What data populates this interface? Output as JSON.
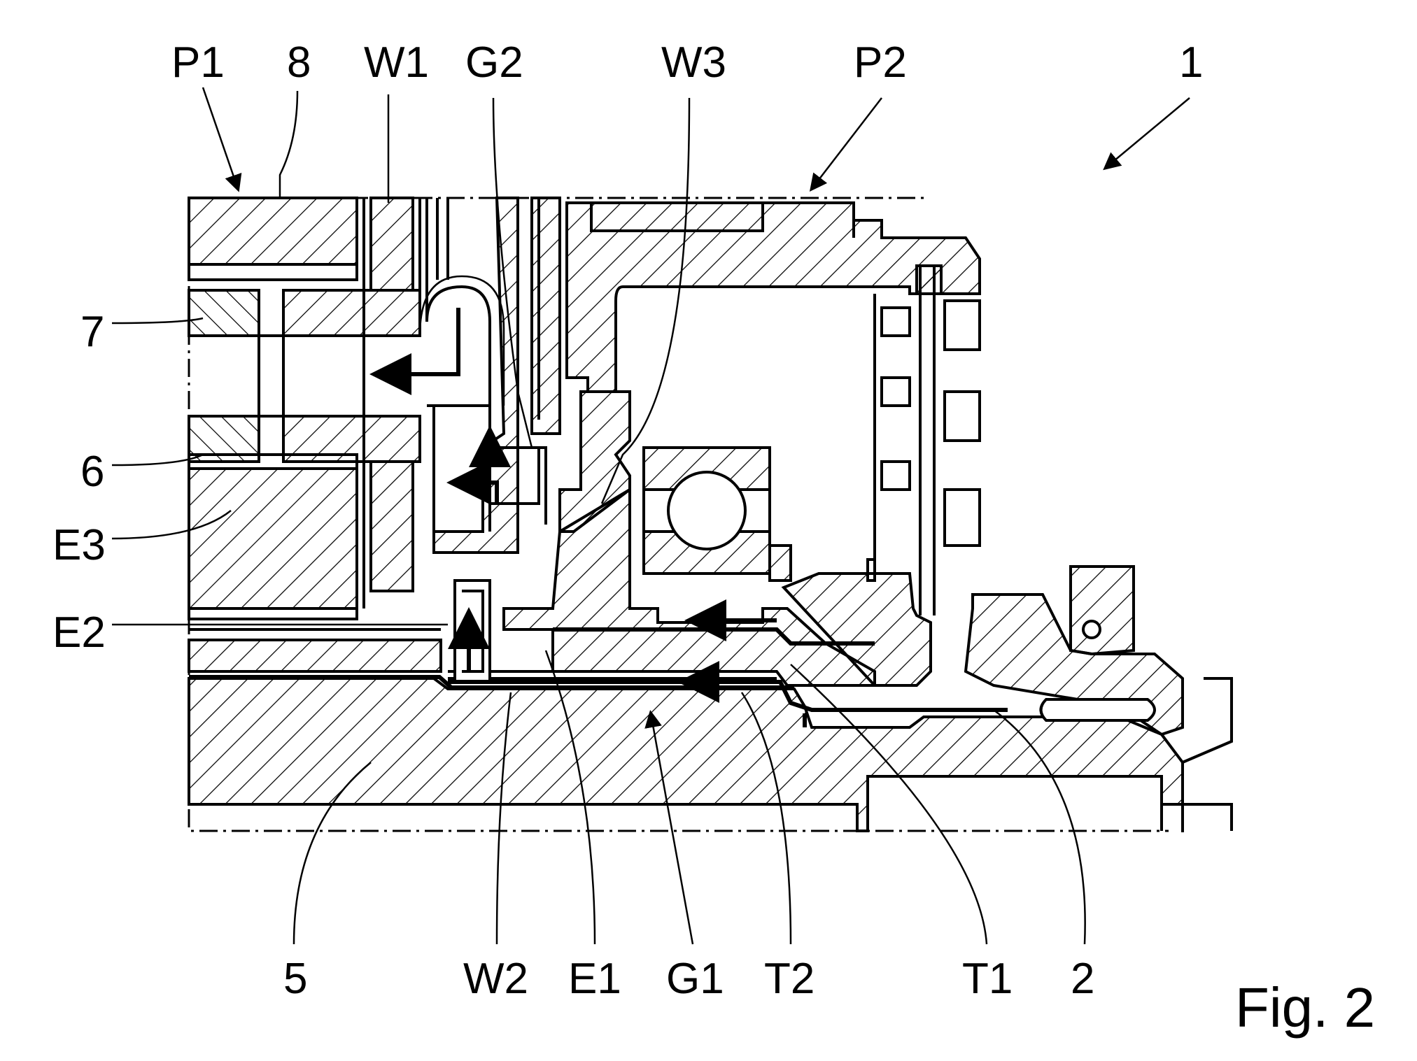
{
  "figure": {
    "caption": "Fig. 2",
    "labels": {
      "P1": "P1",
      "n8": "8",
      "W1": "W1",
      "G2": "G2",
      "W3": "W3",
      "P2": "P2",
      "n1": "1",
      "n7": "7",
      "n6": "6",
      "E3": "E3",
      "E2": "E2",
      "n5": "5",
      "W2": "W2",
      "E1": "E1",
      "G1": "G1",
      "T2": "T2",
      "T1": "T1",
      "n2": "2"
    }
  }
}
